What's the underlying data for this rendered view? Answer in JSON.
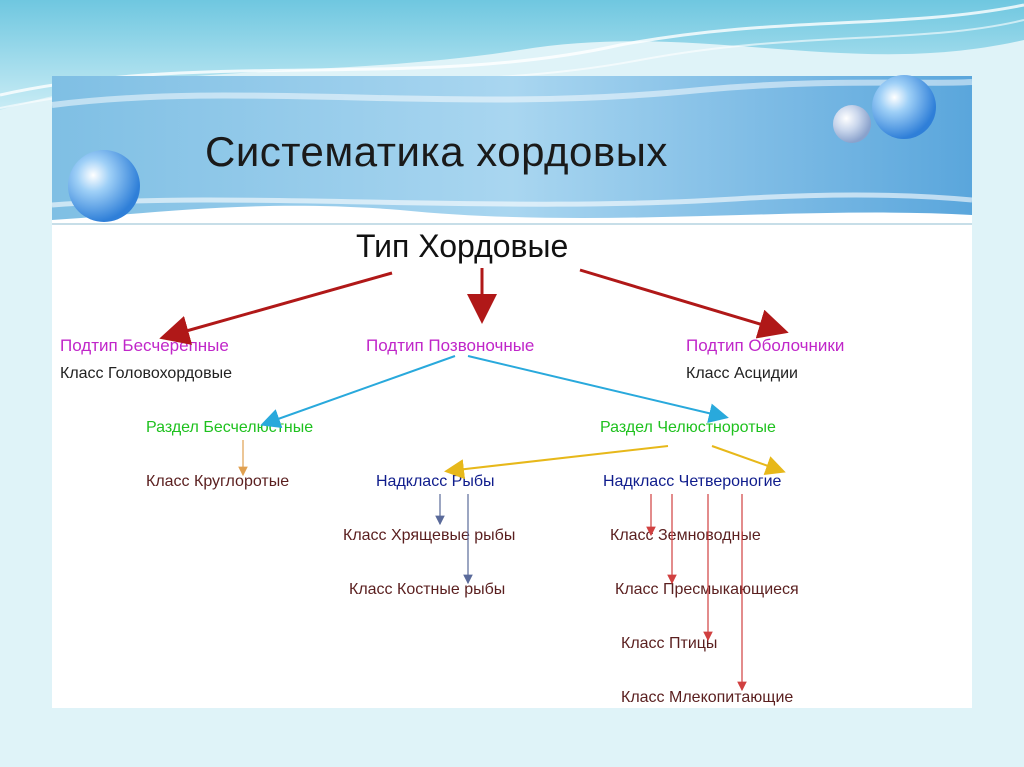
{
  "title": "Систематика хордовых",
  "root": "Тип Хордовые",
  "subtypes": {
    "cranial_less": "Подтип Бесчерепные",
    "vertebrates": "Подтип Позвоночные",
    "tunicates": "Подтип Оболочники"
  },
  "classes_top": {
    "lancelets": "Класс Головохордовые",
    "ascidians": "Класс Асцидии"
  },
  "divisions": {
    "jawless": "Раздел Бесчелюстные",
    "jawed": "Раздел Челюстноротые"
  },
  "jawless_class": "Класс Круглоротые",
  "superclasses": {
    "fish": "Надкласс Рыбы",
    "tetrapods": "Надкласс Четвероногие"
  },
  "fish_classes": [
    "Класс Хрящевые рыбы",
    "Класс Костные рыбы"
  ],
  "tetrapod_classes": [
    "Класс Земноводные",
    "Класс Пресмыкающиеся",
    "Класс Птицы",
    "Класс Млекопитающие"
  ],
  "colors": {
    "subtype": "#c026c9",
    "division": "#1ec11e",
    "superclass": "#0f1c8c",
    "class": "#5a1f1f",
    "arrow_red": "#b01818",
    "arrow_blue": "#29a9dc",
    "arrow_yellow": "#e7b81a"
  }
}
